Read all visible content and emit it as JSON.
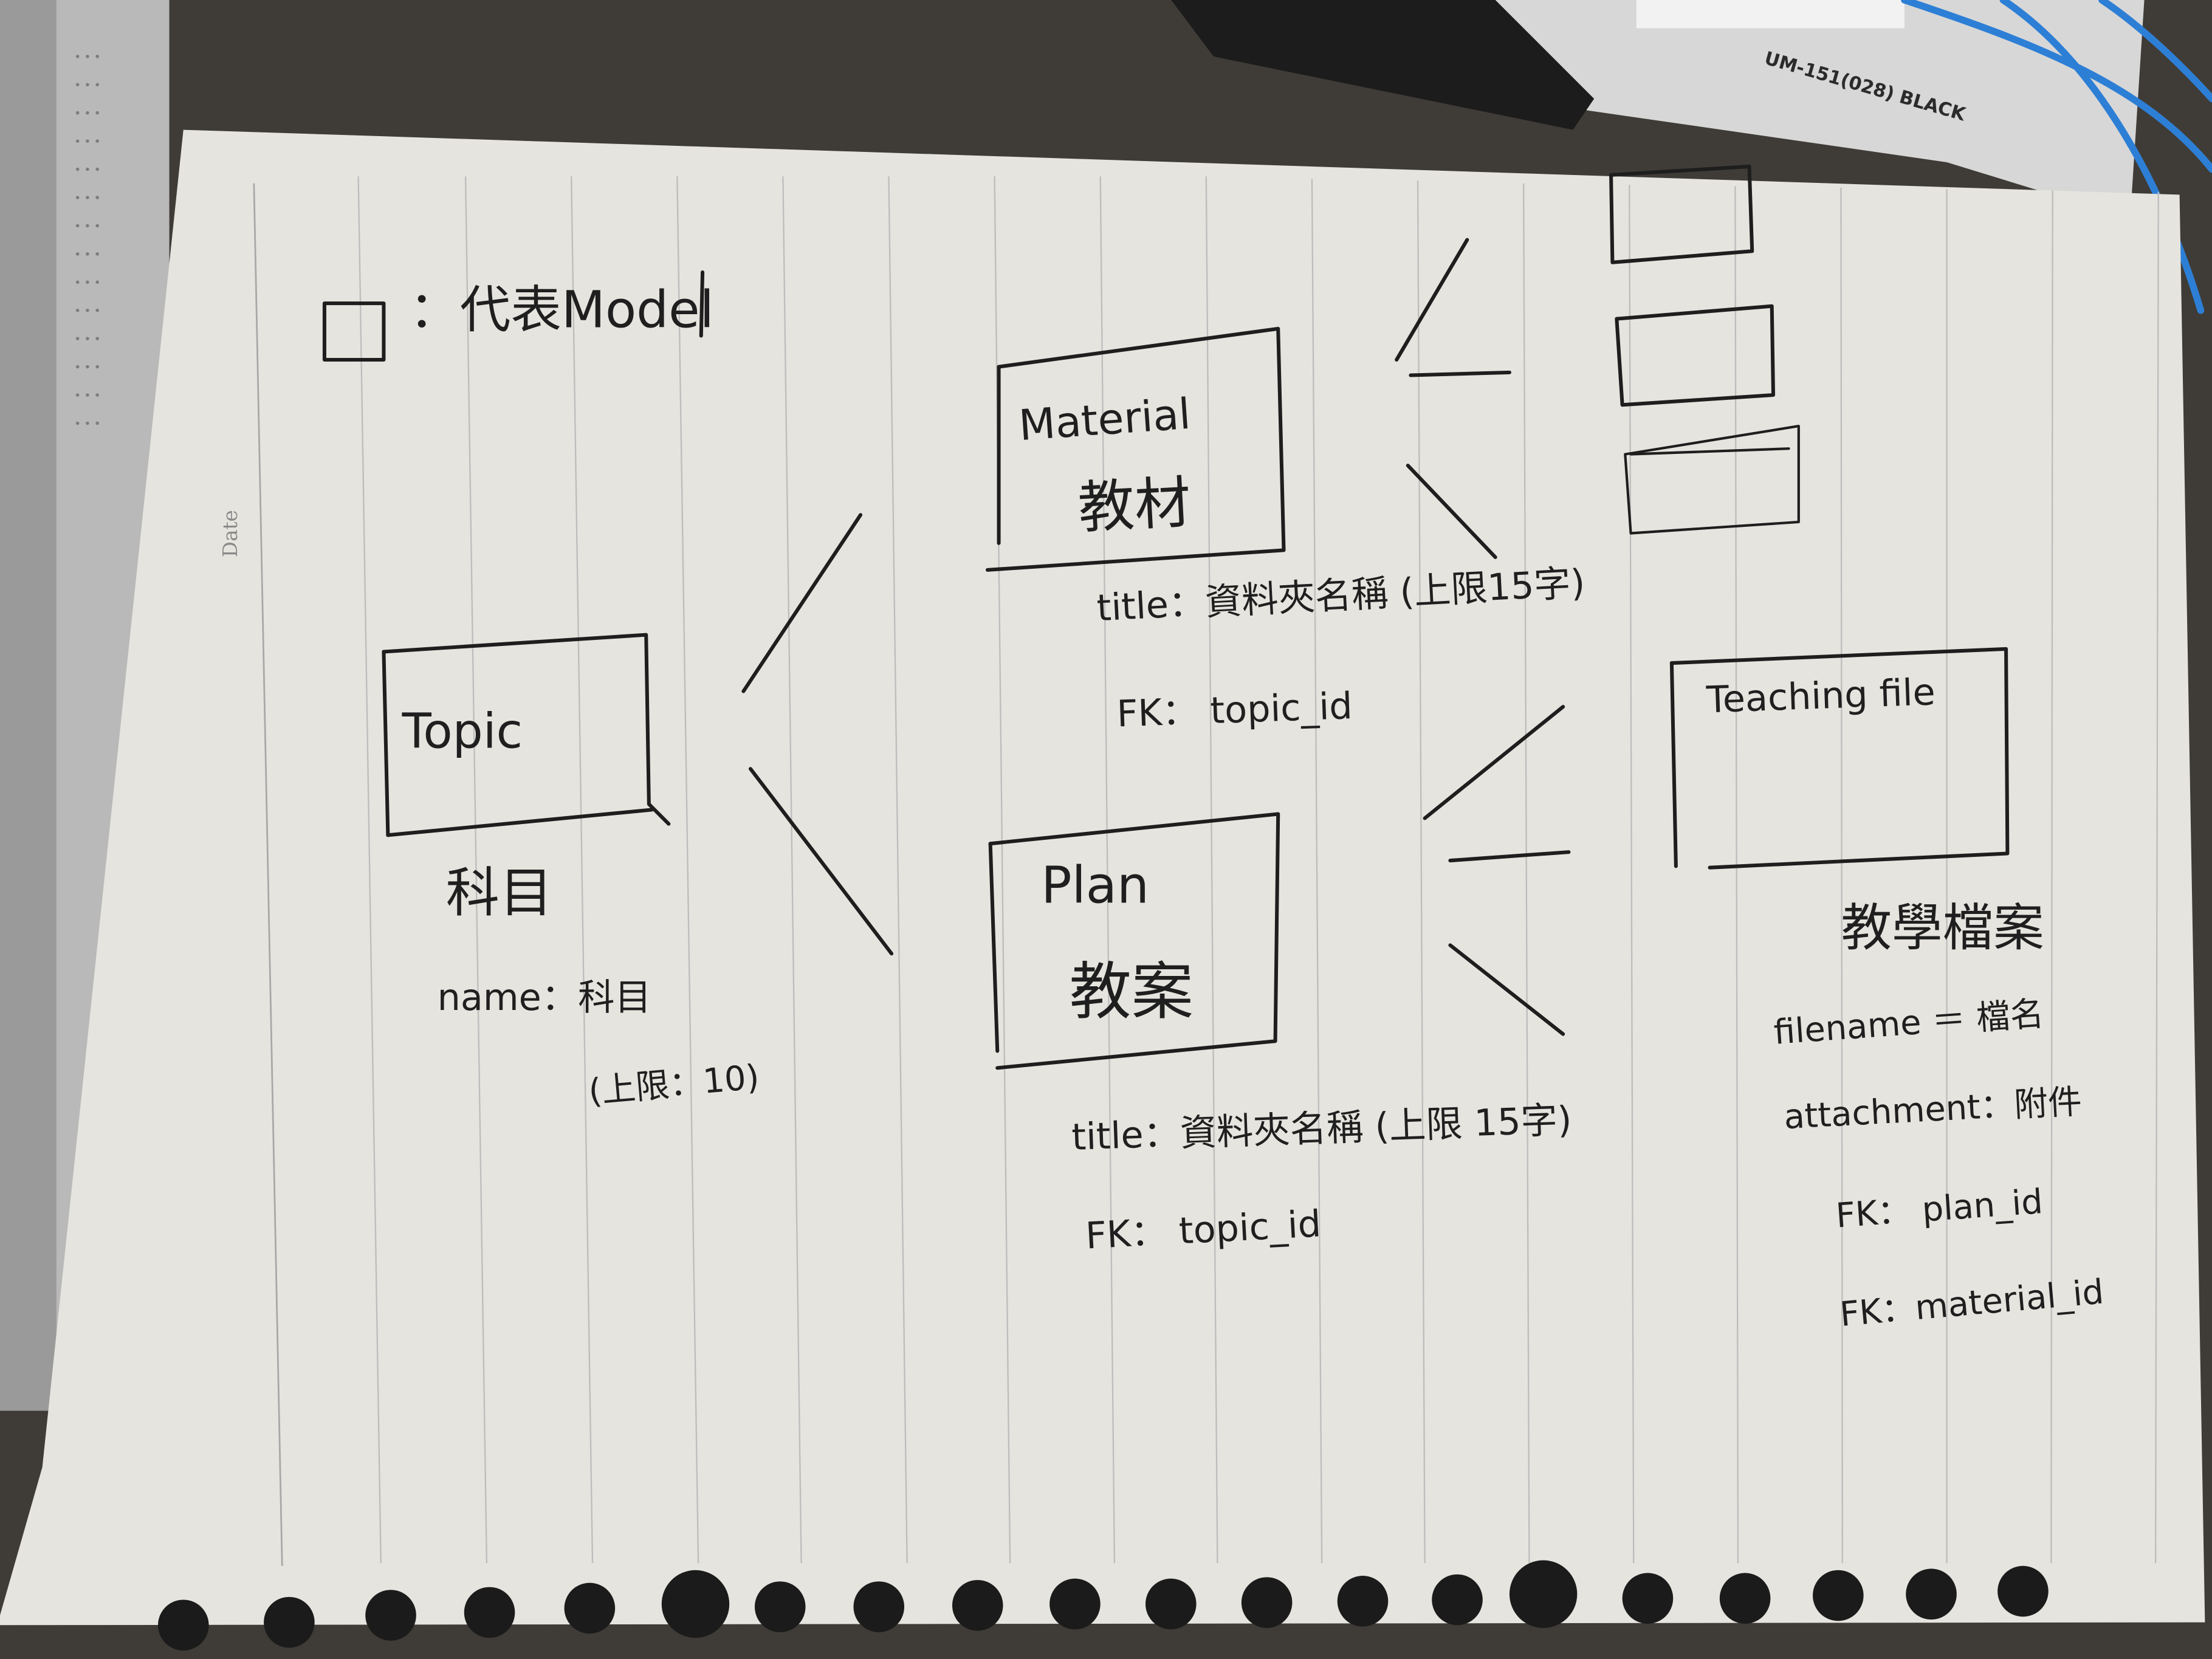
{
  "legend": {
    "symbol": "□",
    "text": "：代表Model"
  },
  "notebook": {
    "date_label": "Date"
  },
  "pen": {
    "print": "UM-151(028)  BLACK"
  },
  "entities": {
    "topic": {
      "name": "Topic",
      "chinese": "科目",
      "fields": [
        "name：科目",
        "(上限：10)"
      ]
    },
    "material": {
      "name": "Material",
      "chinese": "教材",
      "fields": [
        "title：資料夾名稱 (上限15字)",
        "FK： topic_id"
      ]
    },
    "plan": {
      "name": "Plan",
      "chinese": "教案",
      "fields": [
        "title：資料夾名稱 (上限 15字)",
        "FK：  topic_id"
      ]
    },
    "teaching_file": {
      "name": "Teaching file",
      "chinese": "教學檔案",
      "fields": [
        "filename ＝ 檔名",
        "attachment：附件",
        "FK： plan_id",
        "FK：material_id"
      ]
    }
  },
  "colors": {
    "ink": "#1e1e1e",
    "paper": "#e6e4de",
    "desk": "#3f3c37",
    "ruled_line": "#bdbdbd",
    "cable": "#2d7fd6"
  }
}
